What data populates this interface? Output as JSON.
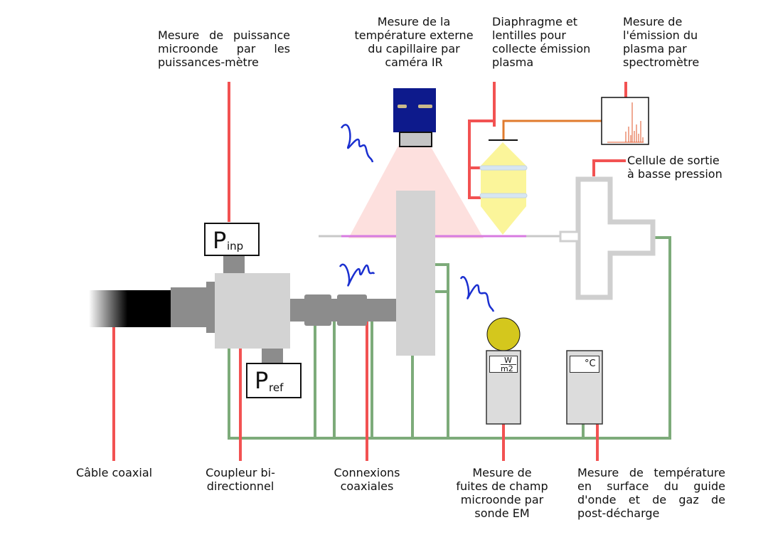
{
  "labels": {
    "power_measure": [
      "Mesure de puissance",
      "microonde par les",
      "puissances-mètre"
    ],
    "ir_camera": [
      "Mesure de la",
      "température externe",
      "du capillaire par",
      "caméra IR"
    ],
    "diaphragm": [
      "Diaphragme et",
      "lentilles pour",
      "collecte émission",
      "plasma"
    ],
    "emission": [
      "Mesure de",
      "l'émission du",
      "plasma par",
      "spectromètre"
    ],
    "exit_cell": [
      "Cellule de sortie",
      "à basse pression"
    ],
    "coax_cable": [
      "Câble coaxial"
    ],
    "coupler": [
      "Coupleur bi-",
      "directionnel"
    ],
    "coax_connections": [
      "Connexions",
      "coaxiales"
    ],
    "field_leak": [
      "Mesure de",
      "fuites de champ",
      "microonde par",
      "sonde EM"
    ],
    "temperature": [
      "Mesure de température",
      "en surface du guide",
      "d'onde et de gaz de",
      "post-décharge"
    ]
  },
  "boxes": {
    "p_inp": {
      "main": "P",
      "sub": "inp"
    },
    "p_ref": {
      "main": "P",
      "sub": "ref"
    }
  },
  "instruments": {
    "em_probe_unit_top": "W",
    "em_probe_unit_bottom": "m2",
    "thermometer_unit": "°C"
  },
  "colors": {
    "signal_line": "#f25252",
    "ground_line": "#7dab7a",
    "optical_fiber": "#e07b2e",
    "camera_body": "#0d1a8c",
    "microwave_wave": "#1a2fd0",
    "probe_head": "#d4c71d",
    "light_cone": "#fde0de",
    "lens_beam": "#fbf59a",
    "plasma": "#d77be0"
  }
}
